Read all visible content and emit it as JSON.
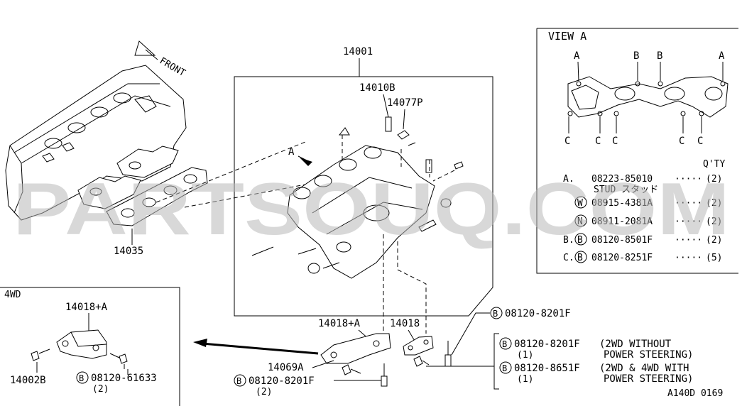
{
  "front_label": "FRONT",
  "view_label": "VIEW A",
  "view_pos": {
    "a": "A",
    "b": "B",
    "c": "C"
  },
  "callouts": {
    "p14001": "14001",
    "p14010b": "14010B",
    "p14077p": "14077P",
    "view_a_arrow": "A",
    "p14035": "14035",
    "fourwd": "4WD",
    "p14018a_left": "14018+A",
    "p14002b": "14002B",
    "p14018a_mid": "14018+A",
    "p14018": "14018",
    "p14069a": "14069A",
    "diagram_code": "A140D 0169"
  },
  "bolt_refs": {
    "left_bolt": {
      "code": "08120-61633",
      "qty": "(2)"
    },
    "mid_bolt": {
      "code": "08120-8201F",
      "qty": "(2)"
    },
    "right_top": {
      "code": "08120-8201F"
    },
    "right_a": {
      "code": "08120-8201F",
      "qty": "(1)",
      "note1": "(2WD WITHOUT",
      "note2": "POWER STEERING)"
    },
    "right_b": {
      "code": "08120-8651F",
      "qty": "(1)",
      "note1": "(2WD & 4WD WITH",
      "note2": "POWER STEERING)"
    }
  },
  "qty_header": "Q'TY",
  "legend": [
    {
      "key": "A.",
      "symbol": "",
      "code": "08223-85010",
      "dots": "·····",
      "qty": "(2)"
    },
    {
      "key": "",
      "symbol": "",
      "code": "STUD スタッド",
      "dots": "",
      "qty": ""
    },
    {
      "key": "",
      "symbol": "W",
      "code": "08915-4381A",
      "dots": "·····",
      "qty": "(2)"
    },
    {
      "key": "",
      "symbol": "N",
      "code": "08911-2081A",
      "dots": "·····",
      "qty": "(2)"
    },
    {
      "key": "B.",
      "symbol": "B",
      "code": "08120-8501F",
      "dots": "·····",
      "qty": "(2)"
    },
    {
      "key": "C.",
      "symbol": "B",
      "code": "08120-8251F",
      "dots": "·····",
      "qty": "(5)"
    }
  ],
  "symbols": {
    "bolt": "B"
  },
  "watermark": "PARTSOUQ.COM"
}
